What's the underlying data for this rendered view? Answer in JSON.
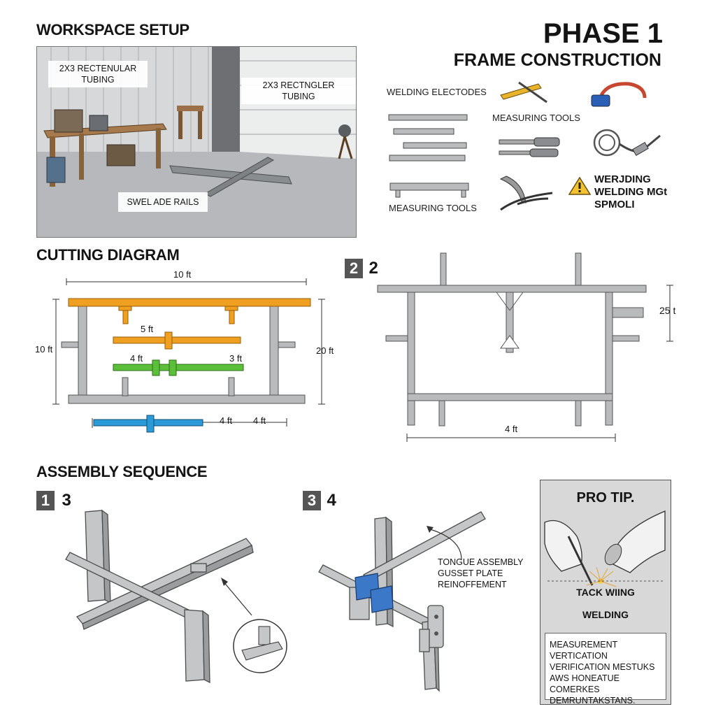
{
  "header": {
    "phase": "PHASE 1",
    "subtitle": "FRAME CONSTRUCTION"
  },
  "workspace": {
    "title": "WORKSPACE SETUP",
    "labels": [
      "2X3 RECTENULAR TUBING",
      "2X3 RECTNGLER TUBING",
      "SWEL ADE RAILS"
    ]
  },
  "tools": {
    "labels": [
      "WELDING ELECTODES",
      "MEASURING TOOLS",
      "MEASURING TOOLS"
    ],
    "warning_lines": [
      "WERJDING",
      "WELDING MGt",
      "SPMOLI"
    ]
  },
  "cutting": {
    "title": "CUTTING DIAGRAM",
    "dims": [
      "10 ft",
      "10 ft",
      "20 ft",
      "5 ft",
      "4 ft",
      "3 ft",
      "4 ft",
      "4 ft"
    ],
    "colors": {
      "orange": "#f0a020",
      "green": "#5bbf3a",
      "blue": "#2a9bd8",
      "steel": "#9a9a9a"
    }
  },
  "step2": {
    "num": "2",
    "label": "2",
    "dims": [
      "25 t",
      "4 ft"
    ]
  },
  "assembly": {
    "title": "ASSEMBLY SEQUENCE",
    "step1": {
      "num": "1",
      "label": "3"
    },
    "step3": {
      "num": "3",
      "label": "4"
    },
    "callout": [
      "TONGUE ASSEMBLY",
      "GUSSET PLATE",
      "REINOFFEMENT"
    ]
  },
  "protip": {
    "title": "PRO TIP.",
    "captions": [
      "TACK WIING",
      "WELDING"
    ],
    "note_lines": [
      "MEASUREMENT VERTICATION",
      "VERIFICATION MESTUKS",
      "AWS HONEATUE COMERKES",
      "DEMRUNTAKSTANS."
    ]
  }
}
